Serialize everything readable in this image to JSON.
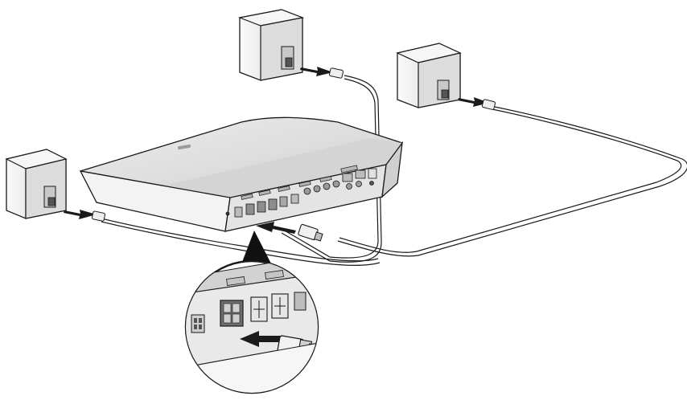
{
  "diagram": {
    "subject": "speaker-connection-illustration",
    "components": {
      "left_speaker": "speaker",
      "top_center_speaker": "speaker",
      "top_right_speaker": "speaker",
      "console": "console",
      "detail_callout": "magnified-view"
    },
    "colors": {
      "line": "#1a1a1a",
      "cable_light": "#bdbdbd",
      "surface_light": "#f2f2f2",
      "surface_mid": "#d9d9d9",
      "surface_dark": "#a7a7a7",
      "background": "#ffffff"
    },
    "icons": [
      "arrow-icon",
      "plug-icon",
      "speaker-jack-icon"
    ]
  }
}
